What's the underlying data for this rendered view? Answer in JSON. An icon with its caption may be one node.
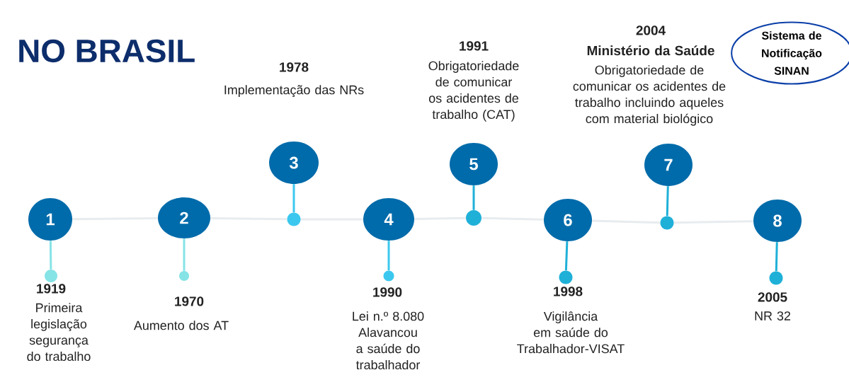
{
  "diagram": {
    "title": "NO BRASIL",
    "nodes": [
      {
        "text": [
          "1"
        ]
      },
      {
        "text": [
          "2"
        ]
      },
      {
        "text": [
          "3"
        ]
      },
      {
        "text": [
          "4"
        ]
      },
      {
        "text": [
          "5"
        ]
      },
      {
        "text": [
          "6"
        ]
      },
      {
        "text": [
          "7"
        ]
      },
      {
        "text": [
          "8"
        ]
      },
      {
        "text": [],
        "shape": "circle"
      },
      {
        "text": [],
        "shape": "circle"
      },
      {
        "text": [],
        "shape": "circle"
      },
      {
        "text": [],
        "shape": "circle"
      },
      {
        "text": [],
        "shape": "circle"
      },
      {
        "text": [],
        "shape": "circle"
      },
      {
        "text": [],
        "shape": "circle"
      },
      {
        "text": [],
        "shape": "circle"
      },
      {
        "text": [
          "Sistema de Notificação SINAN"
        ]
      }
    ],
    "edges": [
      {
        "from": 0,
        "to": 1,
        "arrow": "none",
        "color": "#e8ecef"
      },
      {
        "from": 1,
        "to": 10,
        "arrow": "none",
        "color": "#e8ecef"
      },
      {
        "from": 10,
        "to": 3,
        "arrow": "none",
        "color": "#e8ecef"
      },
      {
        "from": 3,
        "to": 12,
        "arrow": "none",
        "color": "#e8ecef"
      },
      {
        "from": 12,
        "to": 5,
        "arrow": "none",
        "color": "#e8ecef"
      },
      {
        "from": 5,
        "to": 14,
        "arrow": "none",
        "color": "#e8ecef"
      },
      {
        "from": 14,
        "to": 7,
        "arrow": "none",
        "color": "#e8ecef"
      },
      {
        "from": 0,
        "to": 8,
        "arrow": "none",
        "color": "#86e3e6"
      },
      {
        "from": 1,
        "to": 9,
        "arrow": "none",
        "color": "#86e3e6"
      },
      {
        "from": 2,
        "to": 10,
        "arrow": "none",
        "color": "#3cc8ee"
      },
      {
        "from": 3,
        "to": 11,
        "arrow": "none",
        "color": "#3cc8ee"
      },
      {
        "from": 4,
        "to": 12,
        "arrow": "none",
        "color": "#1fb0d8"
      },
      {
        "from": 5,
        "to": 13,
        "arrow": "none",
        "color": "#1fb0d8"
      },
      {
        "from": 6,
        "to": 14,
        "arrow": "none",
        "color": "#1fb0d8"
      },
      {
        "from": 7,
        "to": 15,
        "arrow": "none",
        "color": "#1fb0d8"
      }
    ],
    "labels": [
      "2004",
      "Ministério da Saúde",
      "Obrigatoriedade de comunicar os acidentes de trabalho incluindo aqueles com material biológico",
      "1991",
      "Obrigatoriedade de comunicar os acidentes de trabalho (CAT)",
      "1978",
      "Implementação das NRs",
      "1919",
      "Primeira legislação segurança do trabalho",
      "1970",
      "Aumento dos AT",
      "1990",
      "Lei n.º 8.080 Alavancou a saúde do trabalhador",
      "1998",
      "Vigilância em saúde do Trabalhador-VISAT",
      "2005",
      "NR 32"
    ]
  }
}
